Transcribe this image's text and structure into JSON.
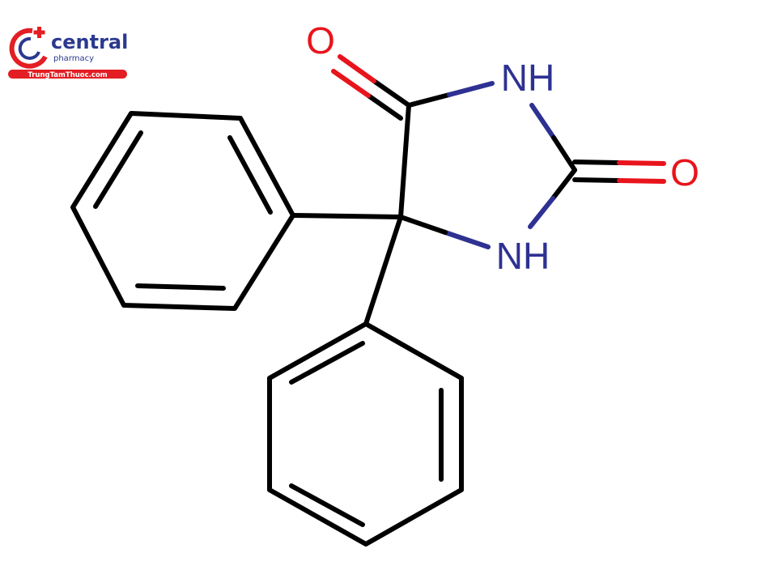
{
  "logo": {
    "brand": "central",
    "sub": "pharmacy",
    "site": "TrungTamThuoc.com",
    "colors": {
      "red": "#e31e24",
      "navy": "#2b3990"
    }
  },
  "molecule": {
    "atoms": {
      "o_top": "O",
      "nh_top": "NH",
      "o_right": "O",
      "nh_bottom": "NH"
    },
    "colors": {
      "carbon_bond": "#000000",
      "oxygen": "#e8141c",
      "nitrogen": "#2e3192"
    }
  }
}
